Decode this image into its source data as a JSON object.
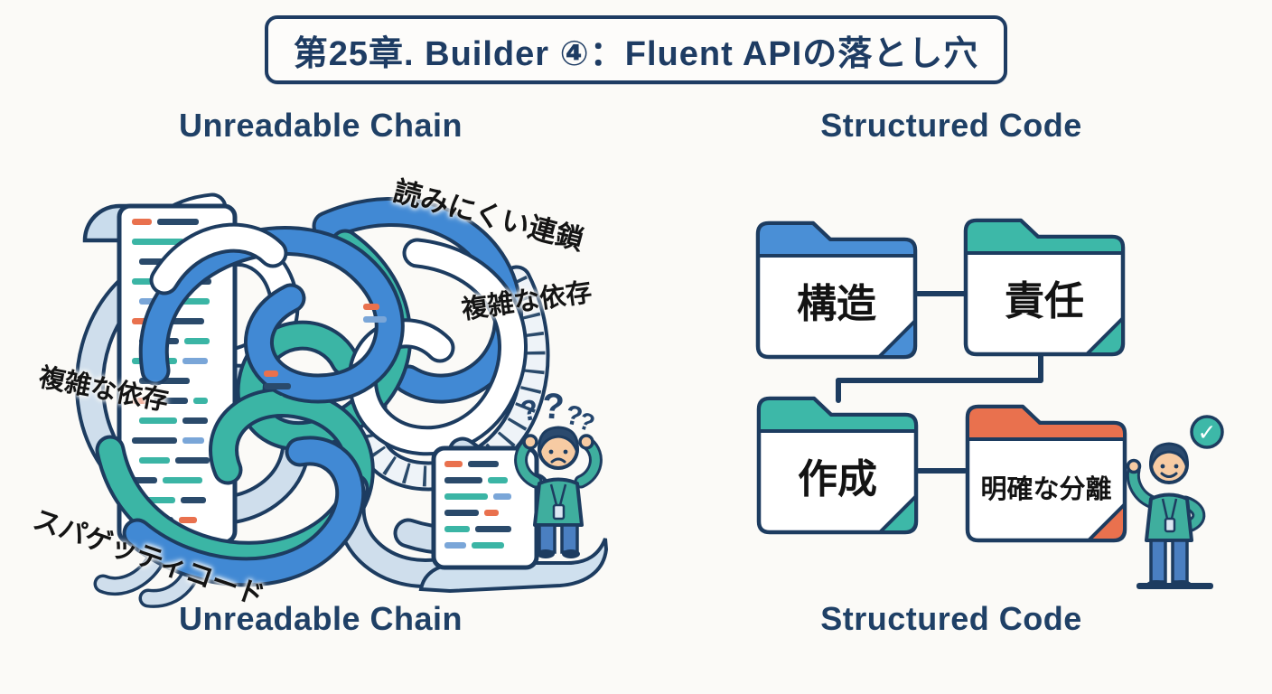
{
  "title": "第25章. Builder ④：Fluent APIの落とし穴",
  "left_panel": {
    "heading_top": "Unreadable Chain",
    "heading_bottom": "Unreadable Chain",
    "labels": {
      "chain": "読みにくい連鎖",
      "dependency_right": "複雑な依存",
      "dependency_left": "複雑な依存",
      "spaghetti": "スパゲッティコード"
    },
    "question_marks": [
      "?",
      "?",
      "?",
      "?"
    ]
  },
  "right_panel": {
    "heading_top": "Structured Code",
    "heading_bottom": "Structured Code",
    "folders": [
      {
        "label": "構造",
        "color": "#4a8fd6"
      },
      {
        "label": "責任",
        "color": "#3db8a8"
      },
      {
        "label": "作成",
        "color": "#3db8a8"
      },
      {
        "label": "明確な分離",
        "color": "#e9714e"
      }
    ],
    "checkmark": "✓"
  },
  "palette": {
    "navy_outline": "#1d3c60",
    "heading_text": "#1f4066",
    "blue_ribbon": "#4189d4",
    "teal_ribbon": "#3bb5a5",
    "light_ribbon": "#cfdeec",
    "orange_accent": "#e9714e",
    "code_navy": "#2a4a6b",
    "code_blue": "#7aa6d8",
    "skin": "#f7cba3",
    "shirt_teal": "#3fae9e",
    "pants_blue": "#4a7fc1",
    "background": "#fbfaf7"
  }
}
